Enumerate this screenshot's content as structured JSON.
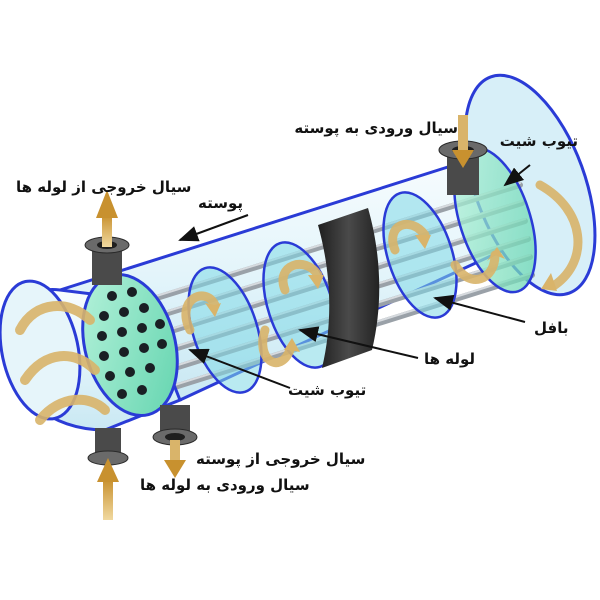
{
  "labels": {
    "shell_inlet": "سیال ورودی به پوسته",
    "tubesheet_top": "تیوب شیت",
    "tube_outlet": "سیال خروجی از لوله ها",
    "shell": "پوسته",
    "baffle": "بافل",
    "tubes": "لوله ها",
    "tubesheet_bottom": "تیوب شیت",
    "shell_outlet": "سیال خروجی از پوسته",
    "tube_inlet": "سیال ورودی به لوله ها"
  },
  "colors": {
    "shell_fill": "#e9f7fb",
    "shell_stroke": "#2a3bd6",
    "tubesheet": "#8fe6c8",
    "tube": "#9aa1a8",
    "flow_arrow": "#d9b46a",
    "nozzle": "#444444",
    "band": "#2f2f2f"
  }
}
